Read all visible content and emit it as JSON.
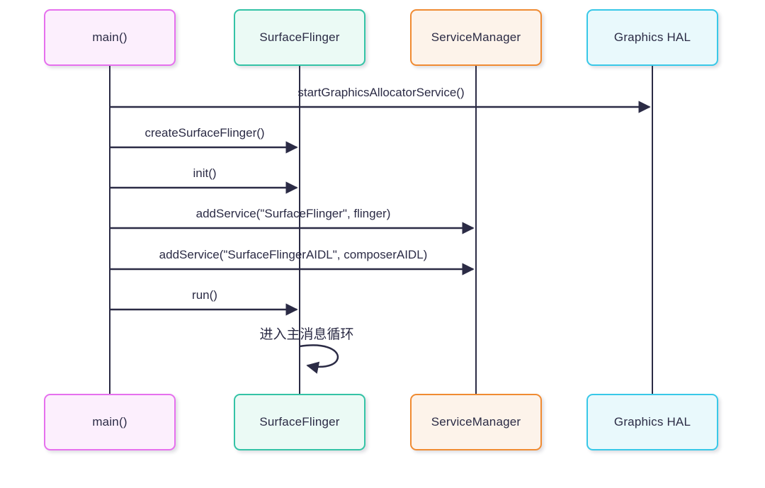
{
  "diagram": {
    "type": "sequence-diagram",
    "background_color": "#ffffff",
    "line_color": "#2b2b45",
    "text_color": "#2b2b45",
    "actors": [
      {
        "id": "main",
        "label": "main()",
        "border_color": "#e670ee",
        "fill_color": "#fceffd"
      },
      {
        "id": "surfaceflinger",
        "label": "SurfaceFlinger",
        "border_color": "#34c3a6",
        "fill_color": "#ebfaf5"
      },
      {
        "id": "servicemanager",
        "label": "ServiceManager",
        "border_color": "#f08b32",
        "fill_color": "#fdf3ea"
      },
      {
        "id": "graphicshal",
        "label": "Graphics HAL",
        "border_color": "#38c8e8",
        "fill_color": "#e9f9fc"
      }
    ],
    "messages": [
      {
        "text": "startGraphicsAllocatorService()",
        "from": "main",
        "to": "graphicshal",
        "arrow": "solid"
      },
      {
        "text": "createSurfaceFlinger()",
        "from": "main",
        "to": "surfaceflinger",
        "arrow": "solid"
      },
      {
        "text": "init()",
        "from": "main",
        "to": "surfaceflinger",
        "arrow": "solid"
      },
      {
        "text": "addService(\"SurfaceFlinger\", flinger)",
        "from": "main",
        "to": "servicemanager",
        "arrow": "solid"
      },
      {
        "text": "addService(\"SurfaceFlingerAIDL\", composerAIDL)",
        "from": "main",
        "to": "servicemanager",
        "arrow": "solid"
      },
      {
        "text": "run()",
        "from": "main",
        "to": "surfaceflinger",
        "arrow": "solid"
      },
      {
        "text": "进入主消息循环",
        "from": "surfaceflinger",
        "to": "surfaceflinger",
        "arrow": "self-loop"
      }
    ]
  }
}
